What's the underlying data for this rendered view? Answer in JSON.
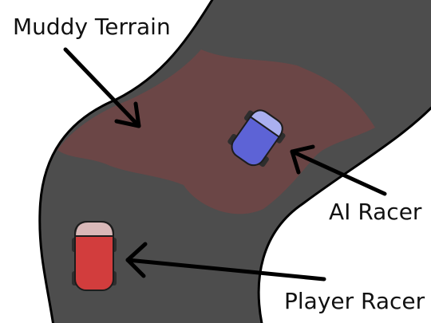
{
  "annotations": {
    "muddy_terrain": "Muddy Terrain",
    "ai_racer": "AI Racer",
    "player_racer": "Player Racer"
  },
  "colors": {
    "background": "#ffffff",
    "track": "#4d4d4d",
    "track_outline": "#000000",
    "mud": "#6b4646",
    "ai_car_body": "#5d63d6",
    "ai_car_windshield": "#aab0f0",
    "player_car_body": "#d23d3d",
    "player_car_windshield": "#d9b8b8",
    "tires": "#2e2e2e",
    "arrow": "#000000"
  },
  "entities": {
    "player_racer": {
      "type": "car",
      "color": "red"
    },
    "ai_racer": {
      "type": "car",
      "color": "blue"
    },
    "terrain": {
      "type": "mud-patch"
    }
  }
}
